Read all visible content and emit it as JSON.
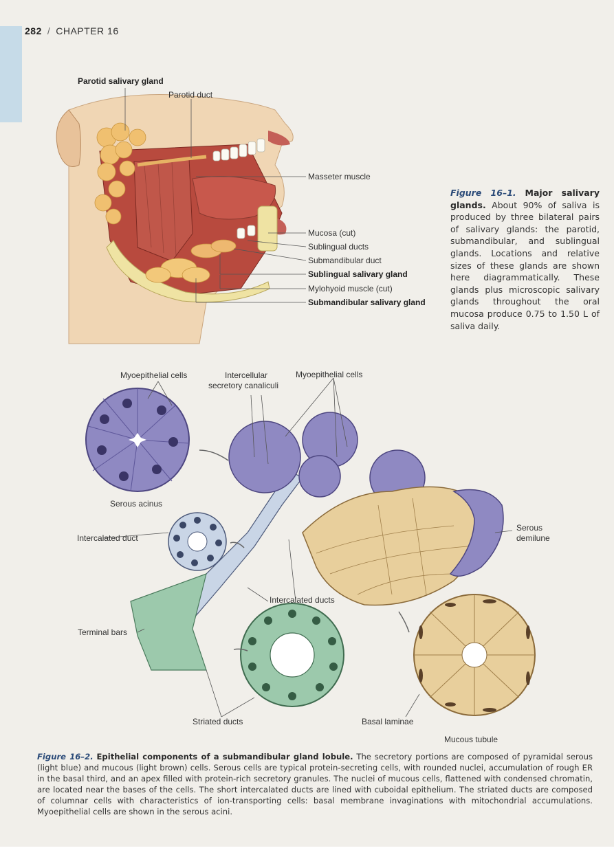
{
  "header": {
    "page_number": "282",
    "separator": "/",
    "chapter": "CHAPTER 16"
  },
  "figure1": {
    "labels": {
      "parotid_gland": "Parotid salivary gland",
      "parotid_duct": "Parotid duct",
      "masseter": "Masseter muscle",
      "mucosa": "Mucosa (cut)",
      "sublingual_ducts": "Sublingual ducts",
      "submandibular_duct": "Submandibular duct",
      "sublingual_gland": "Sublingual salivary gland",
      "mylohyoid": "Mylohyoid muscle (cut)",
      "submandibular_gland": "Submandibular salivary gland"
    },
    "caption": {
      "lead": "Figure 16–1.",
      "title": "Major salivary glands.",
      "body": "About 90% of saliva is produced by three bilateral pairs of salivary glands: the parotid, submandibular, and sublingual glands. Locations and relative sizes of these glands are shown here diagrammatically. These glands plus microscopic salivary glands throughout the oral mucosa produce 0.75 to 1.50 L of saliva daily."
    }
  },
  "figure2": {
    "labels": {
      "myoepithelial_left": "Myoepithelial cells",
      "intercellular_l1": "Intercellular",
      "intercellular_l2": "secretory canaliculi",
      "myoepithelial_right": "Myoepithelial cells",
      "serous_acinus": "Serous acinus",
      "intercalated_duct": "Intercalated duct",
      "serous_demilune_l1": "Serous",
      "serous_demilune_l2": "demilune",
      "intercalated_ducts": "Intercalated ducts",
      "terminal_bars": "Terminal bars",
      "striated_ducts": "Striated ducts",
      "basal_laminae": "Basal laminae",
      "mucous_tubule": "Mucous tubule"
    },
    "caption": {
      "lead": "Figure 16–2.",
      "title": "Epithelial components of a submandibular gland lobule.",
      "body": "The secretory portions are composed of pyramidal serous (light blue) and mucous (light brown) cells. Serous cells are typical protein-secreting cells, with rounded nuclei, accumulation of rough ER in the basal third, and an apex filled with protein-rich secretory granules. The nuclei of mucous cells, flattened with condensed chromatin, are located near the bases of the cells. The short intercalated ducts are lined with cuboidal epithelium. The striated ducts are composed of columnar cells with characteristics of ion-transporting cells: basal membrane invaginations with mitochondrial accumulations. Myoepithelial cells are shown in the serous acini."
    }
  },
  "colors": {
    "figure_lead": "#2a4a78",
    "side_tab": "#c6dbe8",
    "serous": "#8f89c2",
    "mucous": "#e8cf9c",
    "duct": "#c9d5e6",
    "striated": "#9cc9ac"
  }
}
